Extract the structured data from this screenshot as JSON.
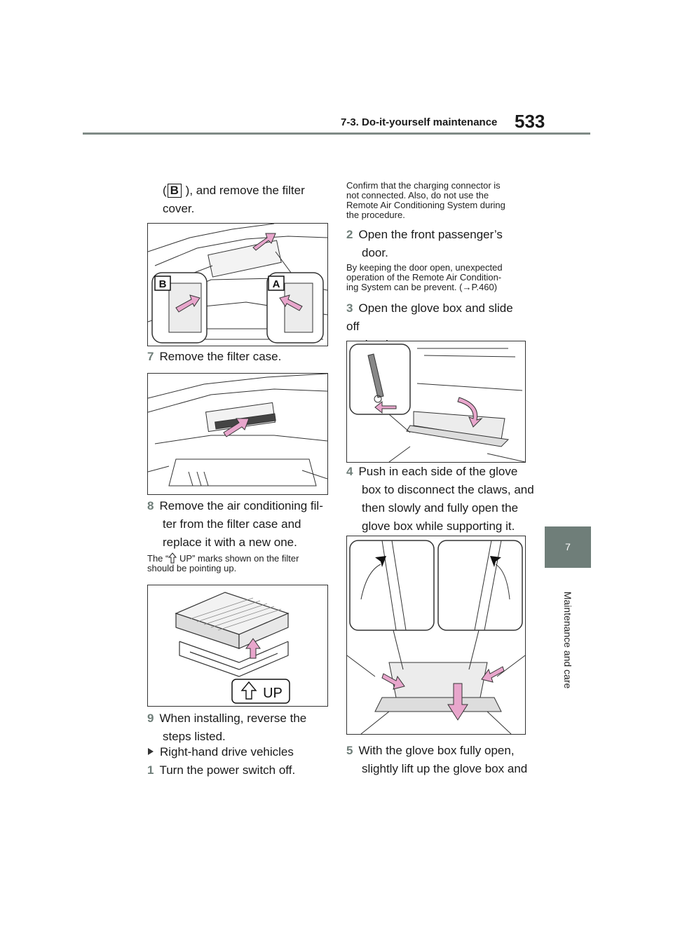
{
  "header": {
    "section": "7-3. Do-it-yourself maintenance",
    "page_number": "533"
  },
  "side_tab": {
    "chapter_number": "7",
    "chapter_title": "Maintenance and care"
  },
  "left_column": {
    "intro_open": "(",
    "intro_badge": "B",
    "intro_rest_line1": " ), and remove the filter",
    "intro_rest_line2": "cover.",
    "fig1_labels": {
      "b": "B",
      "a": "A"
    },
    "step7": {
      "num": "7",
      "text": "Remove the filter case."
    },
    "step8": {
      "num": "8",
      "line1": "Remove the air conditioning fil-",
      "line2": "ter from the filter case and",
      "line3": "replace it with a new one."
    },
    "note_line1_a": "The “",
    "note_line1_b": " UP” marks shown on the filter",
    "note_line2": "should be pointing up.",
    "up_label": "UP",
    "step9": {
      "num": "9",
      "line1": "When installing, reverse the",
      "line2": "steps listed."
    },
    "rhd_heading": "Right-hand drive vehicles",
    "step1": {
      "num": "1",
      "text": "Turn the power switch off."
    }
  },
  "right_column": {
    "confirm_line1": "Confirm that the charging connector is",
    "confirm_line2": "not connected. Also, do not use the",
    "confirm_line3": "Remote Air Conditioning System during",
    "confirm_line4": "the procedure.",
    "step2": {
      "num": "2",
      "line1": "Open the front passenger’s",
      "line2": "door."
    },
    "keep_line1": "By keeping the door open, unexpected",
    "keep_line2": "operation of the Remote Air Condition-",
    "keep_line3": "ing System can be prevent. (→P.460)",
    "step3": {
      "num": "3",
      "line1": "Open the glove box and slide off",
      "line2": "the damper."
    },
    "step4": {
      "num": "4",
      "line1": "Push in each side of the glove",
      "line2": "box to disconnect the claws, and",
      "line3": "then slowly and fully open the",
      "line4": "glove box while supporting it."
    },
    "step5": {
      "num": "5",
      "line1": "With the glove box fully open,",
      "line2": "slightly lift up the glove box and"
    }
  },
  "colors": {
    "accent": "#6f7e79",
    "arrow_pink": "#e8a6cc",
    "rule": "#7f8a86"
  },
  "icons": {
    "up_arrow": "outline-up-arrow-icon",
    "bullet": "triangle-bullet-icon"
  }
}
